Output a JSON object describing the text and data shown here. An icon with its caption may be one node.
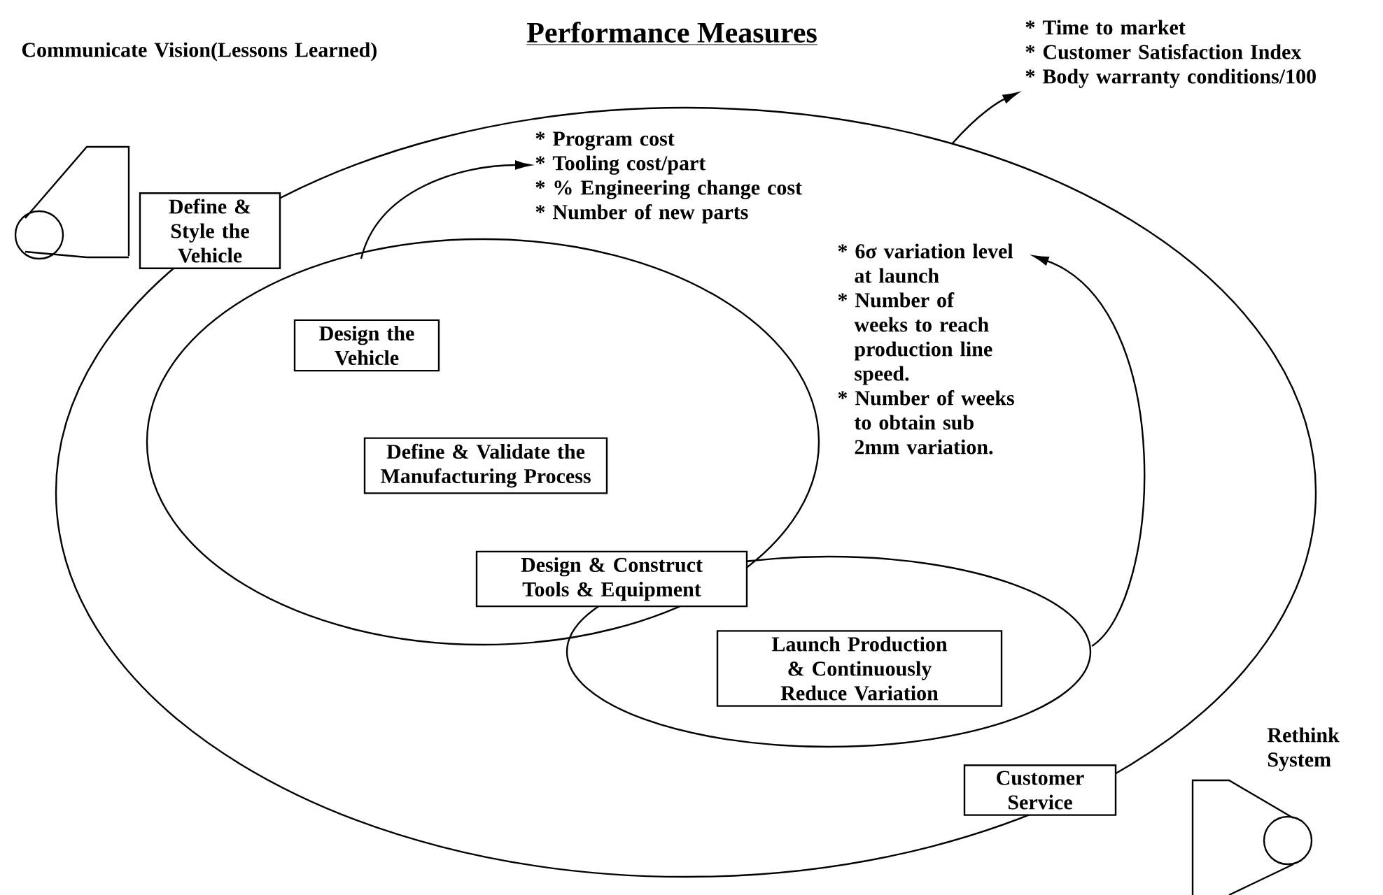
{
  "diagram": {
    "title": "Performance Measures",
    "nodes": [
      {
        "text": [
          "Define & Style the Vehicle"
        ]
      },
      {
        "text": [
          "Design the Vehicle"
        ]
      },
      {
        "text": [
          "Define & Validate the Manufacturing Process"
        ]
      },
      {
        "text": [
          "Design & Construct Tools & Equipment"
        ]
      },
      {
        "text": [
          "Launch Production & Continuously Reduce Variation"
        ]
      },
      {
        "text": [
          "Customer Service"
        ]
      },
      {
        "text": [
          "* Program cost",
          "* Tooling cost/part",
          "* % Engineering change cost",
          "* Number of new parts"
        ]
      },
      {
        "text": [
          "* Time to market",
          "* Customer Satisfaction Index",
          "* Body warranty conditions/100"
        ]
      },
      {
        "text": [
          "* 6σ variation level at launch",
          "* Number of weeks to reach production line speed.",
          "* Number of weeks to obtain sub 2mm variation."
        ]
      }
    ],
    "edges": [
      {
        "from": null,
        "to": 6,
        "arrow": "to"
      },
      {
        "from": null,
        "to": 7,
        "arrow": "to"
      },
      {
        "from": null,
        "to": 8,
        "arrow": "to"
      }
    ],
    "labels": [
      "Communicate Vision(Lessons Learned)",
      "Rethink System"
    ]
  }
}
